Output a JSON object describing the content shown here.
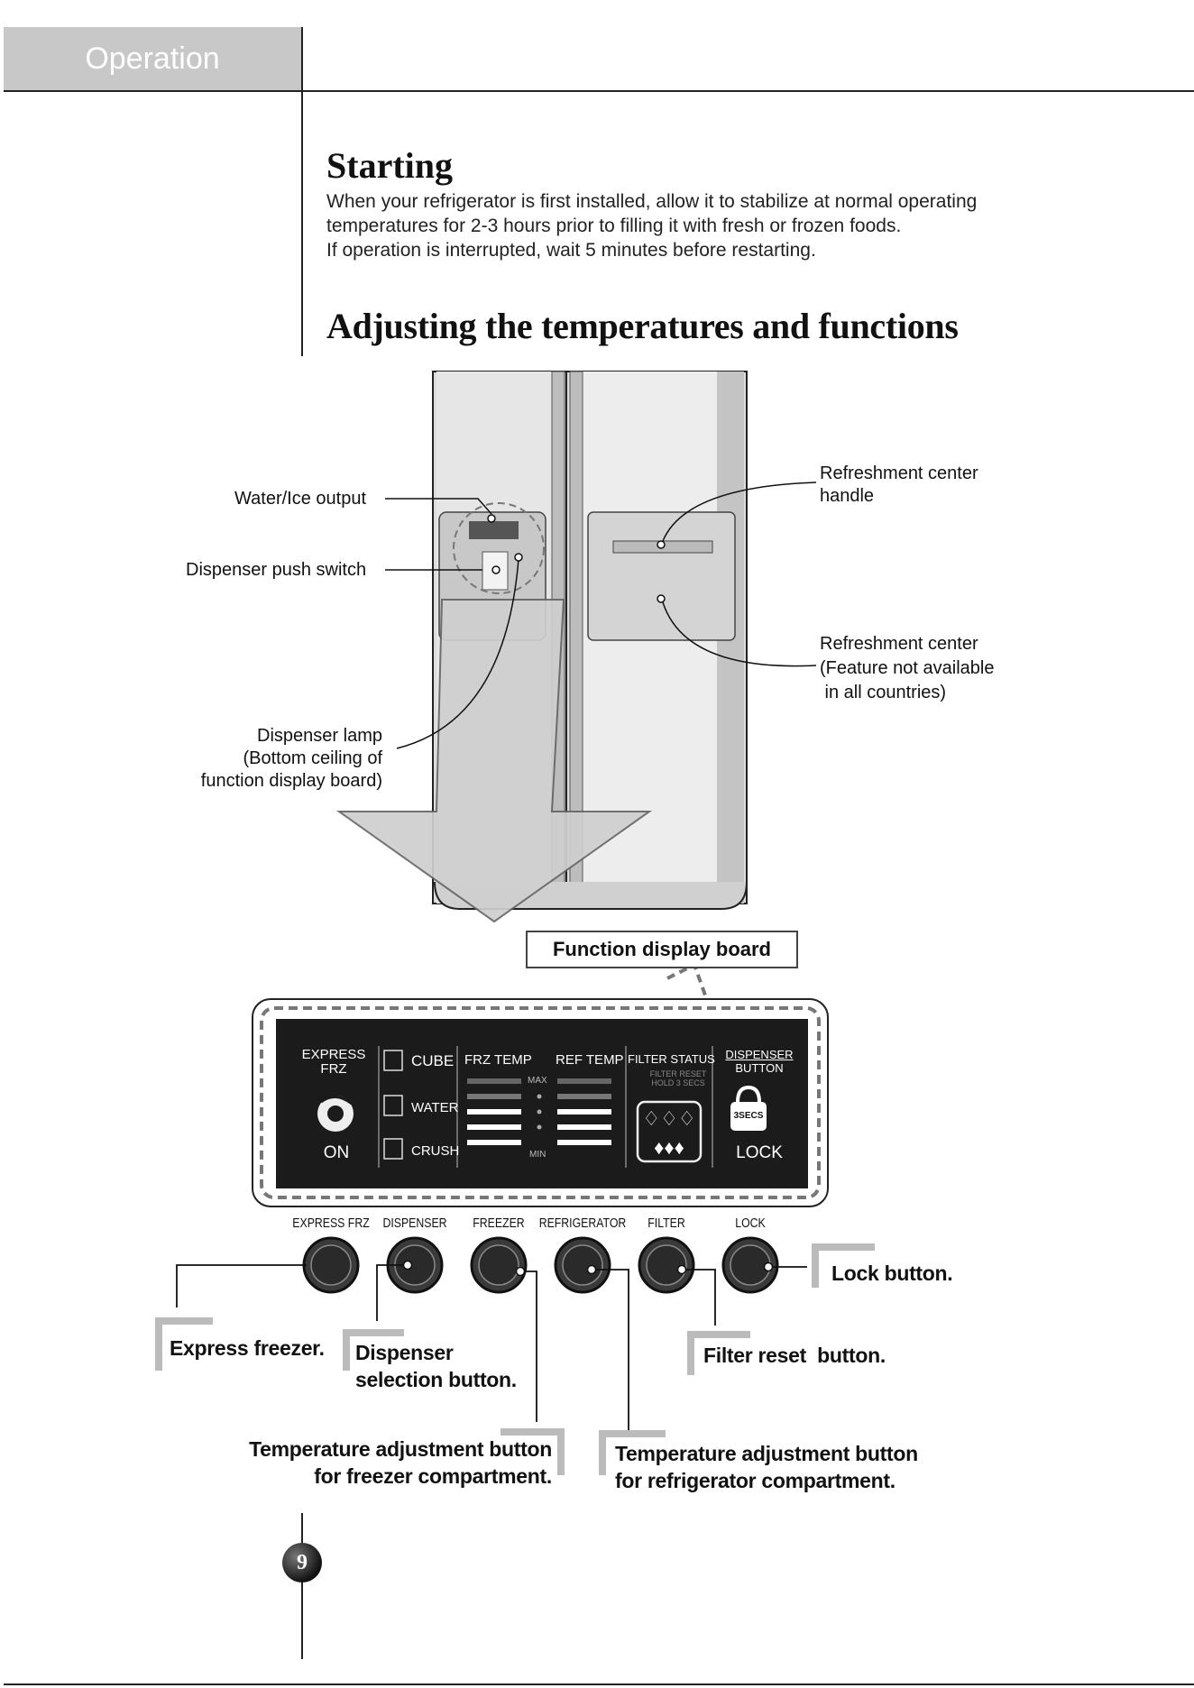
{
  "header": {
    "section_tab": "Operation"
  },
  "starting": {
    "title": "Starting",
    "lines": [
      "When your refrigerator is first installed, allow it to stabilize at normal operating",
      "temperatures for 2-3 hours prior to filling it with fresh or frozen foods.",
      "If operation is interrupted, wait 5 minutes before restarting."
    ]
  },
  "adjusting": {
    "title": "Adjusting the temperatures and functions"
  },
  "fridge_callouts": {
    "water_ice_output": "Water/Ice output",
    "dispenser_push_switch": "Dispenser push switch",
    "dispenser_lamp": [
      "Dispenser lamp",
      "(Bottom ceiling of",
      "function display board)"
    ],
    "refreshment_center_handle": [
      "Refreshment center",
      "handle"
    ],
    "refreshment_center": [
      "Refreshment center",
      "(Feature not available",
      " in all countries)"
    ]
  },
  "function_display_board": {
    "label": "Function display board",
    "express_frz": [
      "EXPRESS",
      "FRZ"
    ],
    "on": "ON",
    "cube": "CUBE",
    "water": "WATER",
    "crush": "CRUSH",
    "frz_temp": "FRZ TEMP",
    "ref_temp": "REF TEMP",
    "max": "MAX",
    "min": "MIN",
    "filter_status": "FILTER STATUS",
    "filter_reset": [
      "FILTER RESET",
      "HOLD 3 SECS"
    ],
    "dispenser_button": [
      "DISPENSER",
      "BUTTON"
    ],
    "three_secs": "3SECS",
    "lock": "LOCK"
  },
  "buttons": [
    {
      "caption": "EXPRESS FRZ"
    },
    {
      "caption": "DISPENSER"
    },
    {
      "caption": "FREEZER"
    },
    {
      "caption": "REFRIGERATOR"
    },
    {
      "caption": "FILTER"
    },
    {
      "caption": "LOCK"
    }
  ],
  "button_callouts": {
    "lock": "Lock button.",
    "express": "Express freezer.",
    "dispenser": [
      "Dispenser",
      "selection button."
    ],
    "filter": "Filter reset  button.",
    "freezer_temp": [
      "Temperature adjustment button",
      "for freezer compartment."
    ],
    "ref_temp": [
      "Temperature adjustment button",
      "for refrigerator compartment."
    ]
  },
  "footer": {
    "page_number": "9"
  }
}
